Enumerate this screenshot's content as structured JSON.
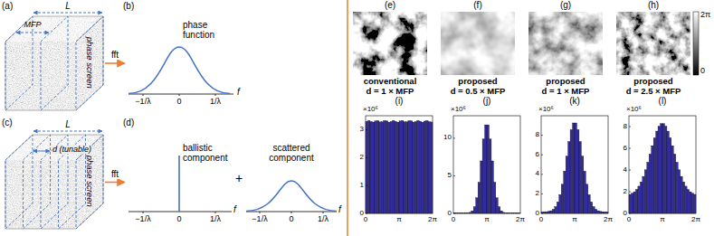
{
  "diagram": {
    "nodes": [
      {
        "text": [
          "phase screen"
        ]
      },
      {
        "text": [
          "phase function"
        ]
      },
      {
        "text": [
          "phase screen"
        ]
      },
      {
        "text": [
          "ballistic component",
          "scattered component"
        ]
      }
    ],
    "edges": [
      {
        "from": 0,
        "to": 1,
        "label": "fft",
        "arrow": "to"
      },
      {
        "from": 2,
        "to": 3,
        "label": "fft",
        "arrow": "to"
      }
    ],
    "labels": [
      "(a)",
      "L",
      "MFP",
      "(b)",
      "−1/λ",
      "0",
      "1/λ",
      "f",
      "(c)",
      "L",
      "d (tunable)",
      "(d)",
      "−1/λ",
      "0",
      "1/λ",
      "f",
      "+",
      "−1/λ",
      "0",
      "1/λ",
      "f",
      "(e)",
      "(f)",
      "(g)",
      "(h)",
      "2π",
      "0",
      "conventional",
      "d = 1 × MFP",
      "proposed",
      "d = 0.5 × MFP",
      "proposed",
      "d = 1 × MFP",
      "proposed",
      "d = 2.5 × MFP",
      "(i)",
      "(j)",
      "(k)",
      "(l)",
      "×10⁶",
      "0",
      "1",
      "2",
      "3",
      "0",
      "π",
      "2π",
      "×10⁶",
      "0",
      "5",
      "10",
      "0",
      "π",
      "2π",
      "×10⁶",
      "0",
      "2",
      "4",
      "6",
      "8",
      "0",
      "π",
      "2π",
      "×10⁶",
      "0",
      "2",
      "4",
      "6",
      "8",
      "0",
      "π",
      "2π"
    ]
  }
}
